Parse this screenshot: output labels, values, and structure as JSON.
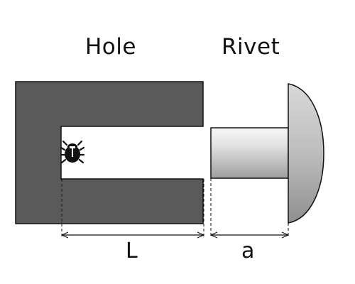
{
  "labels": {
    "hole": "Hole",
    "rivet": "Rivet",
    "length_l": "L",
    "length_a": "a"
  },
  "icons": {
    "bug": "bug-icon"
  },
  "colors": {
    "hole_fill": "#5a5a5a",
    "hole_stroke": "#111111",
    "rivet_light": "#f3f3f3",
    "rivet_dark": "#a9a9a9",
    "dimension_line": "#111111",
    "text": "#111111"
  }
}
